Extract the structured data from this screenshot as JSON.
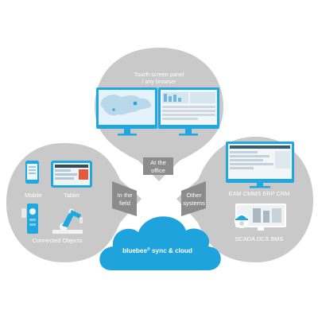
{
  "colors": {
    "background": "#ffffff",
    "bubble_gray": "#c9c9c9",
    "bubble_gray_dark": "#b4b4b4",
    "band_gray": "#8c8c8c",
    "accent_blue": "#1fa8e0",
    "cloud_blue": "#1fa3dd"
  },
  "top_bubble": {
    "title_line1": "Touch-screen panel",
    "title_line2": "/ any browser"
  },
  "left_bubble": {
    "mobile_label": "Mobile",
    "tablet_label": "Tablet",
    "connected_label": "Connected Objects"
  },
  "right_bubble": {
    "erp_label": "EAM CMMS ERP CRM",
    "scada_label": "SCADA DCS BMS"
  },
  "connectors": {
    "office_line1": "At the",
    "office_line2": "office",
    "field_line1": "In the",
    "field_line2": "field",
    "systems_line1": "Other",
    "systems_line2": "systems"
  },
  "cloud": {
    "brand": "bluebee",
    "registered": "®",
    "text_rest": " sync & cloud"
  },
  "icons": {
    "monitors": "dual-monitor-icon",
    "phone": "smartphone-icon",
    "tablet": "tablet-icon",
    "sensor": "sensor-device-icon",
    "robot": "robot-arm-icon",
    "erp": "desktop-monitor-icon",
    "scada": "scada-monitor-icon",
    "cloud": "cloud-icon"
  }
}
